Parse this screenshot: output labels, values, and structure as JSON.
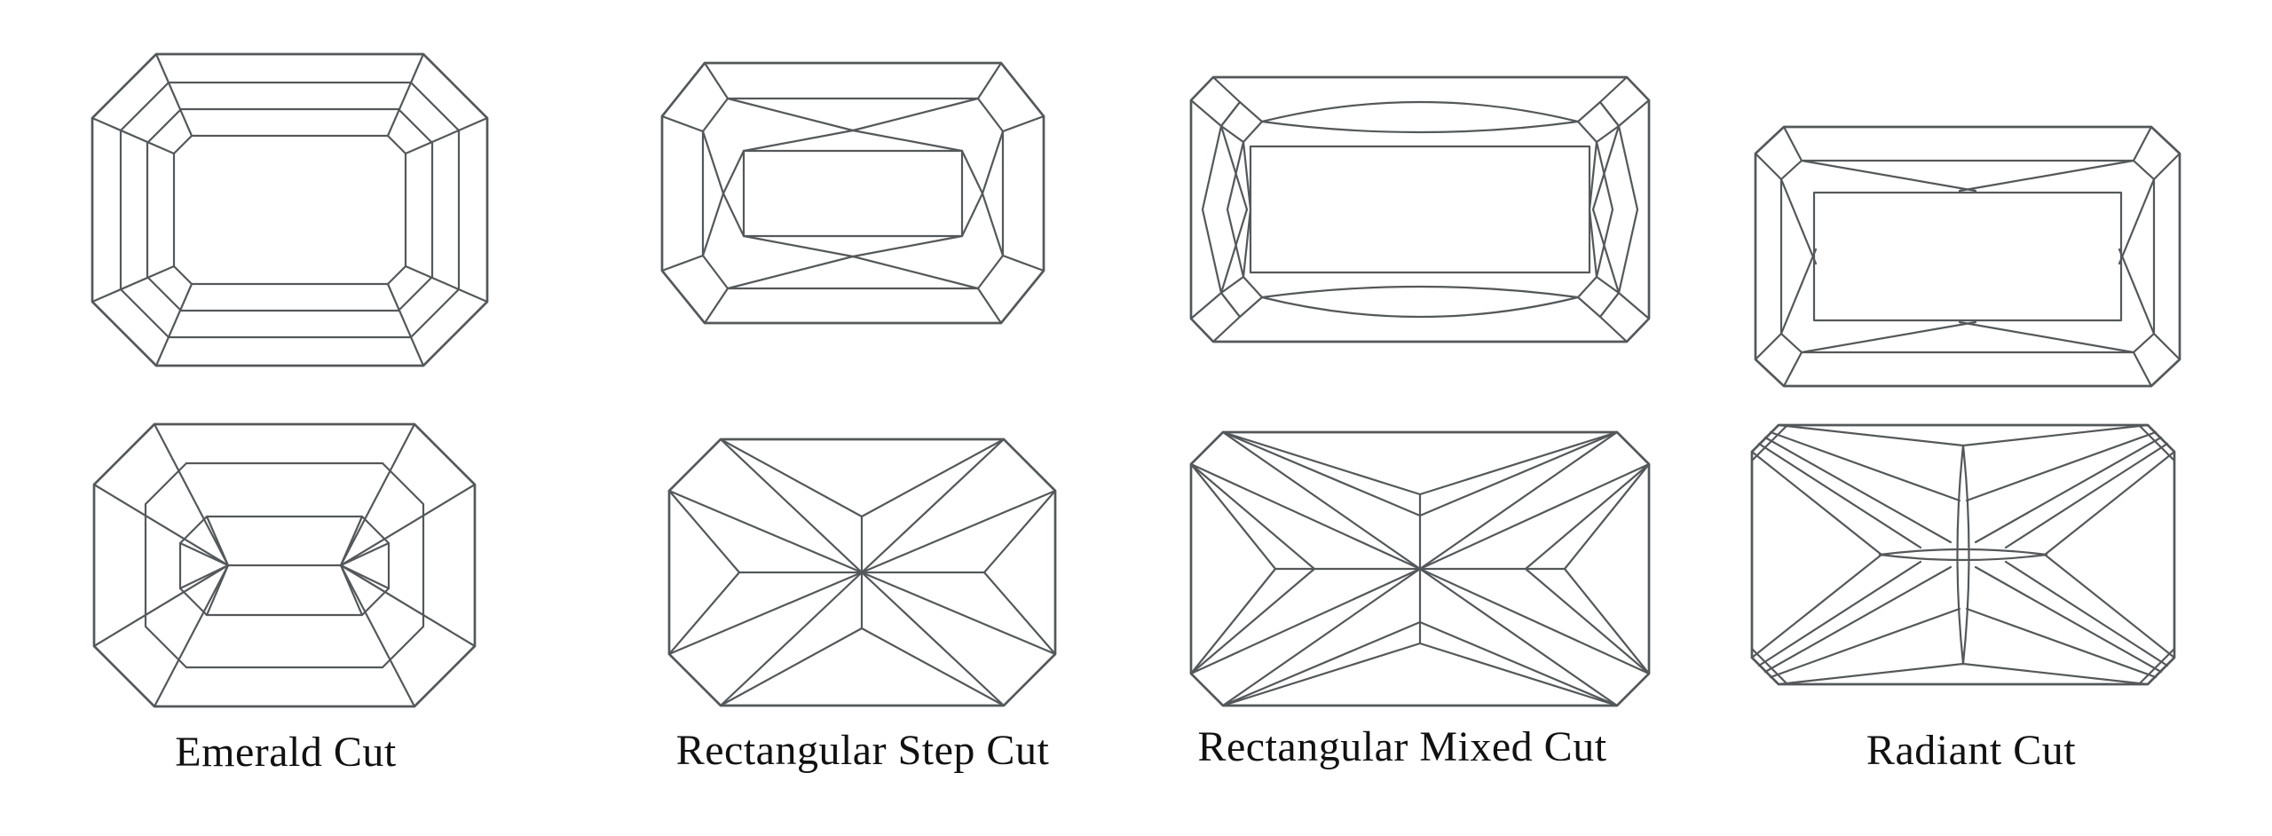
{
  "page": {
    "background_color": "#ffffff",
    "line_color": "#54585a",
    "text_color": "#111111"
  },
  "figures": [
    {
      "id": "emerald-cut",
      "label": "Emerald Cut"
    },
    {
      "id": "rectangular-step-cut",
      "label": "Rectangular Step Cut"
    },
    {
      "id": "rectangular-mixed-cut",
      "label": "Rectangular Mixed Cut"
    },
    {
      "id": "radiant-cut",
      "label": "Radiant Cut"
    }
  ]
}
